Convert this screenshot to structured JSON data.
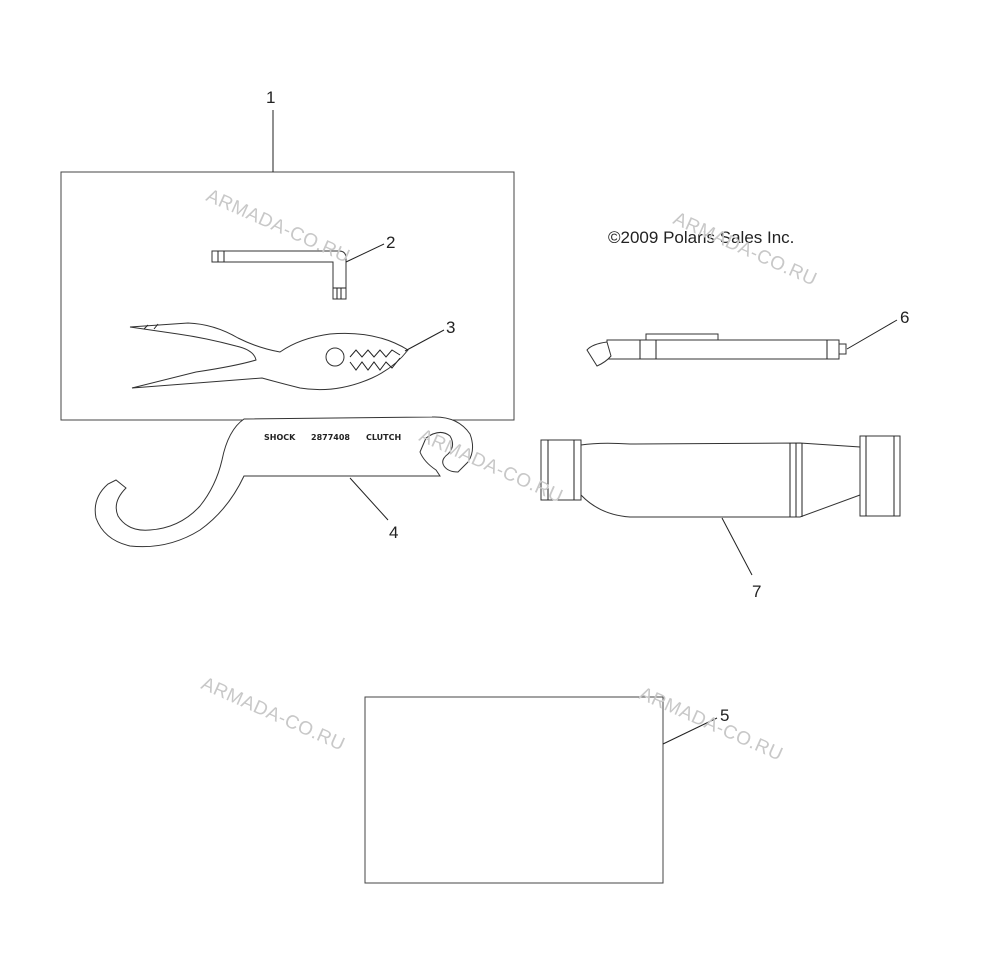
{
  "copyright": "©2009 Polaris Sales Inc.",
  "callouts": {
    "c1": "1",
    "c2": "2",
    "c3": "3",
    "c4": "4",
    "c5": "5",
    "c6": "6",
    "c7": "7"
  },
  "spanner_stamp": {
    "left": "SHOCK",
    "middle": "2877408",
    "right": "CLUTCH"
  },
  "watermark": "ARMADA-CO.RU",
  "colors": {
    "line": "#222222",
    "watermark": "#c8c8c8",
    "background": "#ffffff"
  }
}
